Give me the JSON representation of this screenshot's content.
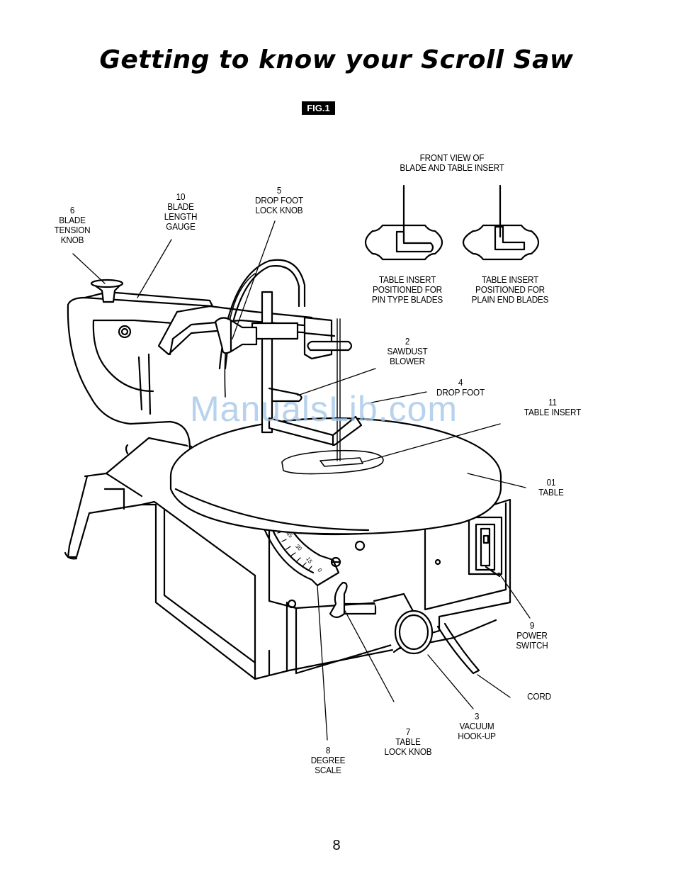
{
  "page": {
    "title": "Getting to know your Scroll Saw",
    "figure_label": "FIG.1",
    "page_number": "8",
    "watermark": "ManualsLib.com"
  },
  "inset": {
    "heading": [
      "FRONT VIEW OF",
      "BLADE AND TABLE INSERT"
    ],
    "pin_caption": [
      "TABLE INSERT",
      "POSITIONED FOR",
      "PIN TYPE BLADES"
    ],
    "plain_caption": [
      "TABLE INSERT",
      "POSITIONED FOR",
      "PLAIN END BLADES"
    ]
  },
  "callouts": [
    {
      "id": "blade-tension-knob",
      "lines": [
        "6",
        "BLADE",
        "TENSION",
        "KNOB"
      ]
    },
    {
      "id": "blade-length-gauge",
      "lines": [
        "10",
        "BLADE",
        "LENGTH",
        "GAUGE"
      ]
    },
    {
      "id": "drop-foot-lock-knob",
      "lines": [
        "5",
        "DROP FOOT",
        "LOCK KNOB"
      ]
    },
    {
      "id": "sawdust-blower",
      "lines": [
        "2",
        "SAWDUST",
        "BLOWER"
      ]
    },
    {
      "id": "drop-foot",
      "lines": [
        "4",
        "DROP FOOT"
      ]
    },
    {
      "id": "table-insert",
      "lines": [
        "11",
        "TABLE INSERT"
      ]
    },
    {
      "id": "table",
      "lines": [
        "01",
        "TABLE"
      ]
    },
    {
      "id": "power-switch",
      "lines": [
        "9",
        "POWER",
        "SWITCH"
      ]
    },
    {
      "id": "cord",
      "lines": [
        "CORD"
      ]
    },
    {
      "id": "vacuum-hook-up",
      "lines": [
        "3",
        "VACUUM",
        "HOOK-UP"
      ]
    },
    {
      "id": "table-lock-knob",
      "lines": [
        "7",
        "TABLE",
        "LOCK KNOB"
      ]
    },
    {
      "id": "degree-scale",
      "lines": [
        "8",
        "DEGREE",
        "SCALE"
      ]
    }
  ],
  "scale_ticks": [
    "45",
    "30",
    "15",
    "0"
  ]
}
